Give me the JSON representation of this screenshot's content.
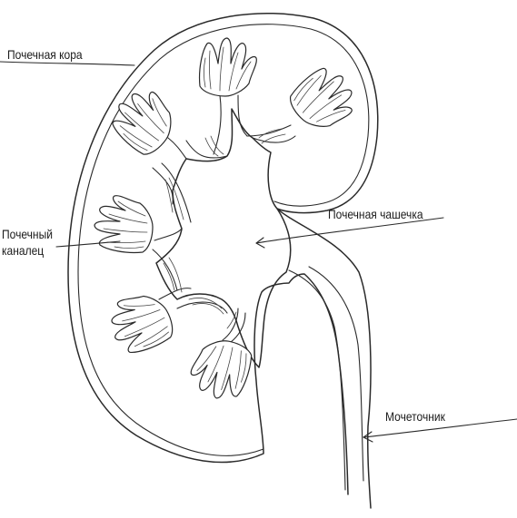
{
  "labels": {
    "cortex": "Почечная кора",
    "tubule_line1": "Почечный",
    "tubule_line2": "каналец",
    "calyx": "Почечная чашечка",
    "ureter": "Мочеточник"
  },
  "colors": {
    "ink": "#2a2a2a",
    "background": "#ffffff"
  }
}
